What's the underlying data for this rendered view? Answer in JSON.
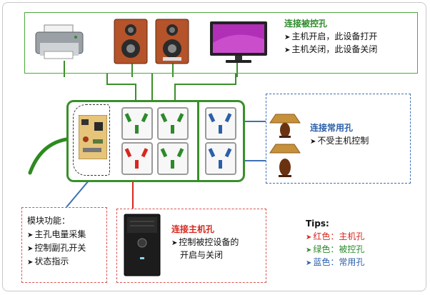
{
  "top_box": {
    "heading": "连接被控孔",
    "line1": "主机开启，此设备打开",
    "line2": "主机关闭，此设备关闭"
  },
  "right_box": {
    "heading": "连接常用孔",
    "line1": "不受主机控制"
  },
  "module_box": {
    "heading": "模块功能：",
    "items": [
      "主孔电量采集",
      "控制副孔开关",
      "状态指示"
    ]
  },
  "main_box": {
    "heading": "连接主机孔",
    "line1": "控制被控设备的",
    "line2": "开启与关闭"
  },
  "tips": {
    "heading": "Tips:",
    "red": "红色：主机孔",
    "green": "绿色：被控孔",
    "blue": "蓝色：常用孔"
  },
  "colors": {
    "red": "#d6281f",
    "green": "#2c8a2a",
    "blue": "#2b5fa8"
  },
  "icons": [
    "printer-icon",
    "speaker-icon",
    "monitor-icon",
    "lamp-icon",
    "desktop-pc-icon",
    "circuit-board-icon"
  ]
}
